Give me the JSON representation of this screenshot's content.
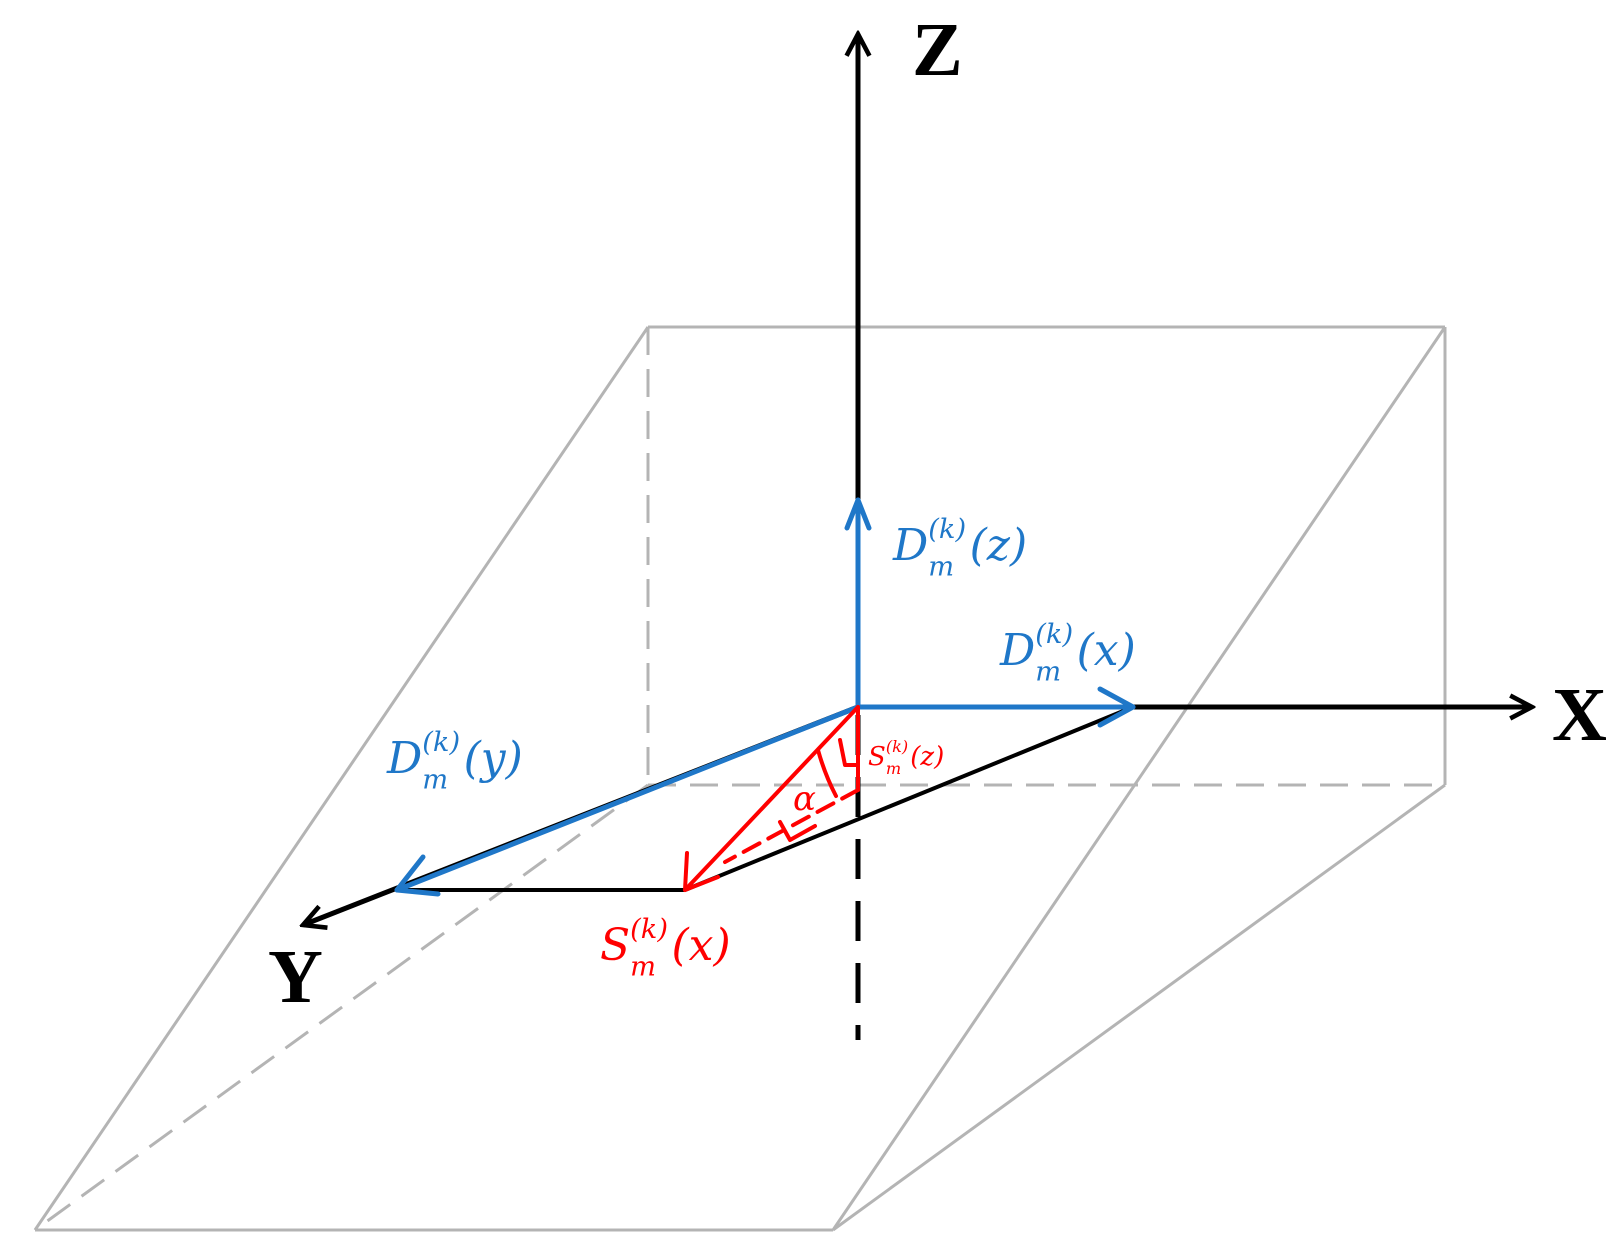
{
  "axes": {
    "x_label": "X",
    "y_label": "Y",
    "z_label": "Z"
  },
  "vectors": {
    "dz": {
      "base": "D",
      "sub": "m",
      "sup": "(k)",
      "arg": "(z)"
    },
    "dx": {
      "base": "D",
      "sub": "m",
      "sup": "(k)",
      "arg": "(x)"
    },
    "dy": {
      "base": "D",
      "sub": "m",
      "sup": "(k)",
      "arg": "(y)"
    },
    "sx": {
      "base": "S",
      "sub": "m",
      "sup": "(k)",
      "arg": "(x)"
    },
    "sz": {
      "base": "S",
      "sub": "m",
      "sup": "(k)",
      "arg": "(z)"
    }
  },
  "angle_label": "α",
  "colors": {
    "axis": "#000000",
    "d_vector": "#1f77c8",
    "s_vector": "#ff0000",
    "frame": "#b4b4b4"
  }
}
